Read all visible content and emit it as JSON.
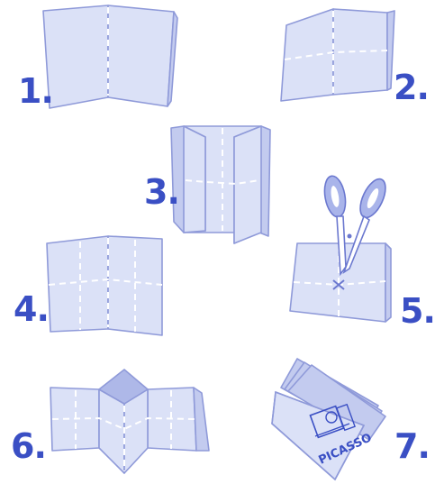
{
  "steps": [
    {
      "number": "1."
    },
    {
      "number": "2."
    },
    {
      "number": "3."
    },
    {
      "number": "4."
    },
    {
      "number": "5."
    },
    {
      "number": "6."
    },
    {
      "number": "7."
    }
  ],
  "booklet": {
    "cover_text": "PICASSO"
  },
  "icons": {
    "scissors": "scissors-icon",
    "cut_mark": "x-cut-mark"
  },
  "colors": {
    "paper": "#dbe1f7",
    "outline": "#8f9ad9",
    "number": "#3a4fc4",
    "fold_line": "#ffffff"
  }
}
